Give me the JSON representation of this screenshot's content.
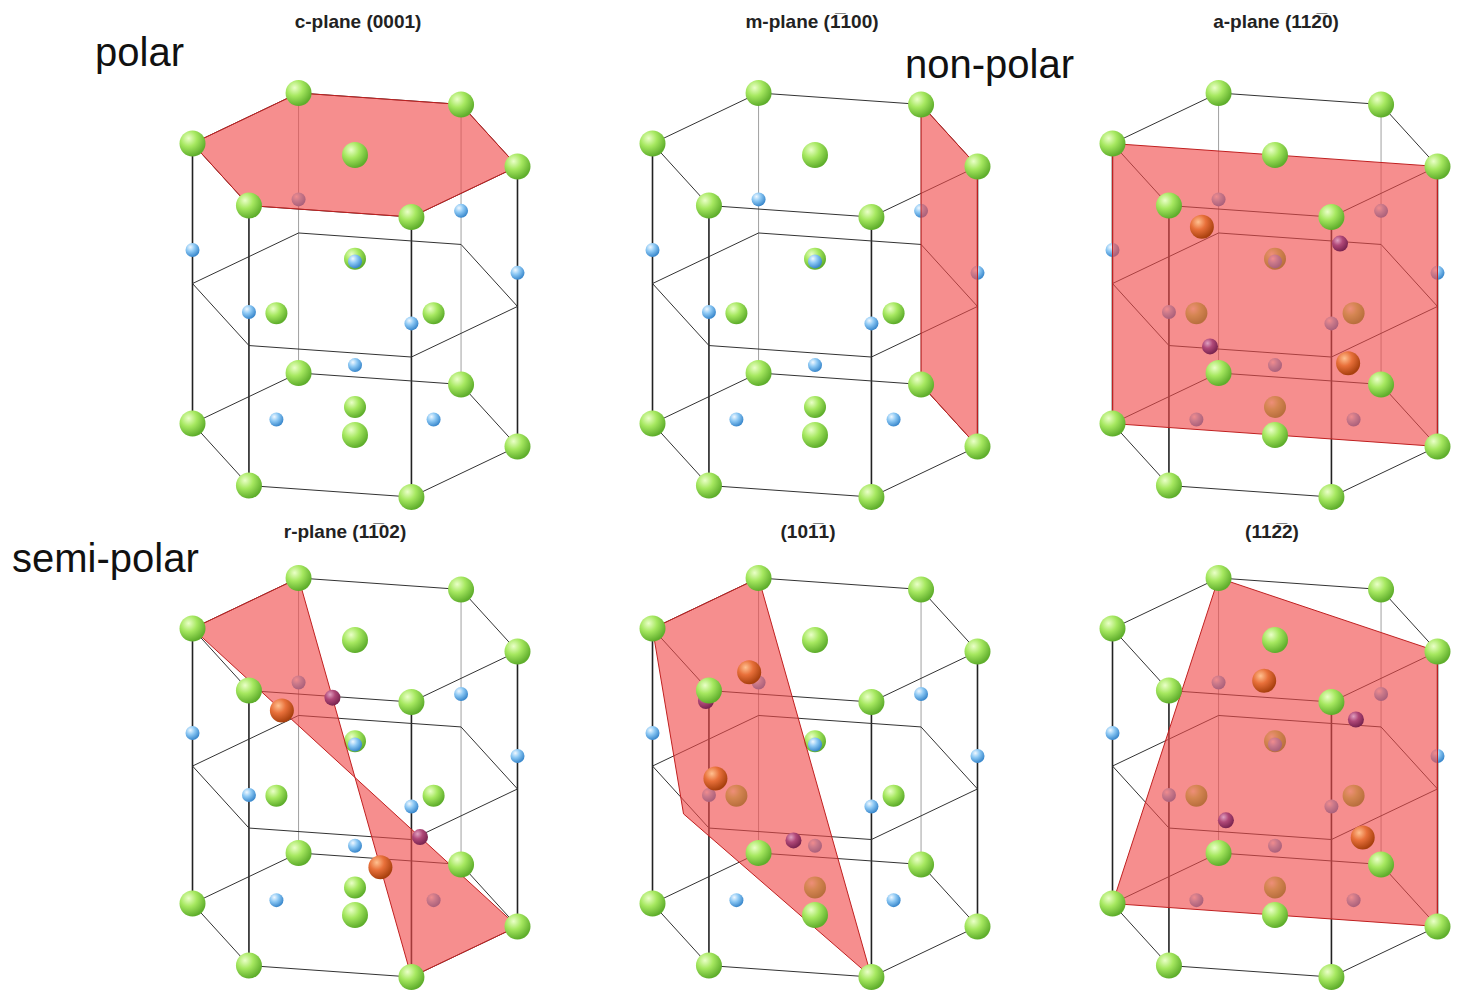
{
  "diagram": {
    "labels": [
      "polar",
      "c-plane (0001)",
      "m-plane (1̅100)",
      "non-polar",
      "a-plane (112̅0)",
      "semi-polar",
      "r-plane (11̅02)",
      "(101̅1)",
      "(112̅2)"
    ]
  }
}
